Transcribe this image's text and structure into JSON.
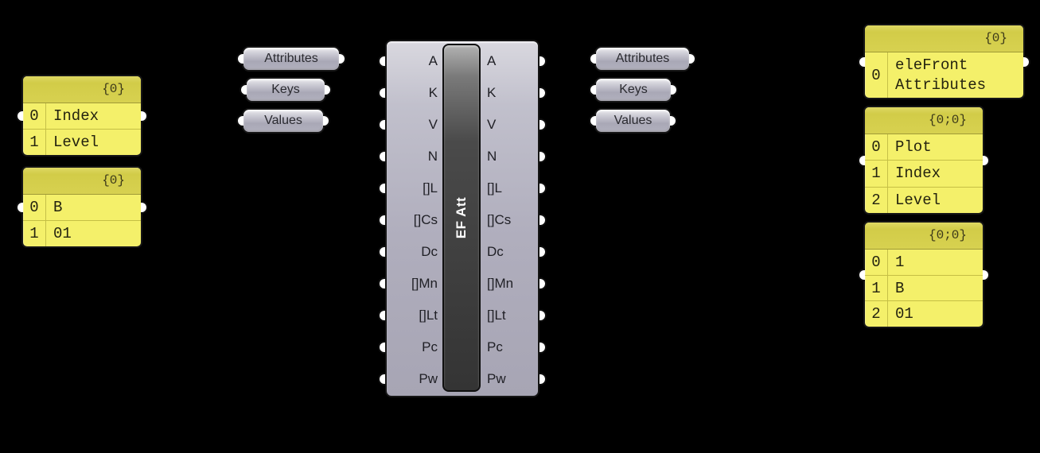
{
  "app": {
    "name": "grasshopper-node-canvas"
  },
  "colors": {
    "background": "#000000",
    "panel_body": "#f4f06a",
    "panel_header": "#d5cf4e",
    "capsule_gray": "#aeacbb",
    "component_bar": "#343434",
    "nub": "#ffffff"
  },
  "panels_left": [
    {
      "header": "{0}",
      "rows": [
        {
          "index": "0",
          "value": "Index"
        },
        {
          "index": "1",
          "value": "Level"
        }
      ]
    },
    {
      "header": "{0}",
      "rows": [
        {
          "index": "0",
          "value": "B"
        },
        {
          "index": "1",
          "value": "01"
        }
      ]
    }
  ],
  "capsules_left": [
    {
      "label": "Attributes"
    },
    {
      "label": "Keys"
    },
    {
      "label": "Values"
    }
  ],
  "component": {
    "label": "EF Att",
    "inputs": [
      "A",
      "K",
      "V",
      "N",
      "[]L",
      "[]Cs",
      "Dc",
      "[]Mn",
      "[]Lt",
      "Pc",
      "Pw"
    ],
    "outputs": [
      "A",
      "K",
      "V",
      "N",
      "[]L",
      "[]Cs",
      "Dc",
      "[]Mn",
      "[]Lt",
      "Pc",
      "Pw"
    ]
  },
  "capsules_right": [
    {
      "label": "Attributes"
    },
    {
      "label": "Keys"
    },
    {
      "label": "Values"
    }
  ],
  "panels_right": [
    {
      "header": "{0}",
      "rows": [
        {
          "index": "0",
          "value": "eleFront Attributes"
        }
      ]
    },
    {
      "header": "{0;0}",
      "rows": [
        {
          "index": "0",
          "value": "Plot"
        },
        {
          "index": "1",
          "value": "Index"
        },
        {
          "index": "2",
          "value": "Level"
        }
      ]
    },
    {
      "header": "{0;0}",
      "rows": [
        {
          "index": "0",
          "value": "1"
        },
        {
          "index": "1",
          "value": "B"
        },
        {
          "index": "2",
          "value": "01"
        }
      ]
    }
  ]
}
